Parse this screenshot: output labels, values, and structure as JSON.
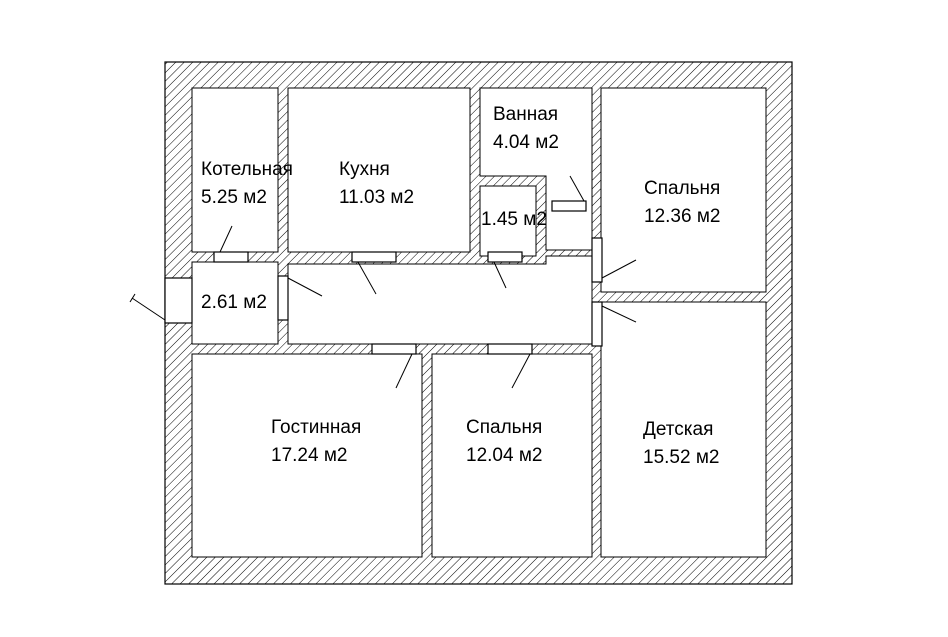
{
  "plan": {
    "rooms": [
      {
        "id": "boiler",
        "name": "Котельная",
        "area": "5.25 м2"
      },
      {
        "id": "kitchen",
        "name": "Кухня",
        "area": "11.03 м2"
      },
      {
        "id": "bath",
        "name": "Ванная",
        "area": "4.04 м2"
      },
      {
        "id": "wc",
        "name": "",
        "area": "1.45 м2"
      },
      {
        "id": "bedroom1",
        "name": "Спальня",
        "area": "12.36 м2"
      },
      {
        "id": "hall",
        "name": "",
        "area": "2.61 м2"
      },
      {
        "id": "living",
        "name": "Гостинная",
        "area": "17.24 м2"
      },
      {
        "id": "bedroom2",
        "name": "Спальня",
        "area": "12.04 м2"
      },
      {
        "id": "kids",
        "name": "Детская",
        "area": "15.52 м2"
      }
    ],
    "colors": {
      "wall_hatch": "#000000",
      "background": "#ffffff",
      "room_fill": "#ffffff"
    }
  }
}
